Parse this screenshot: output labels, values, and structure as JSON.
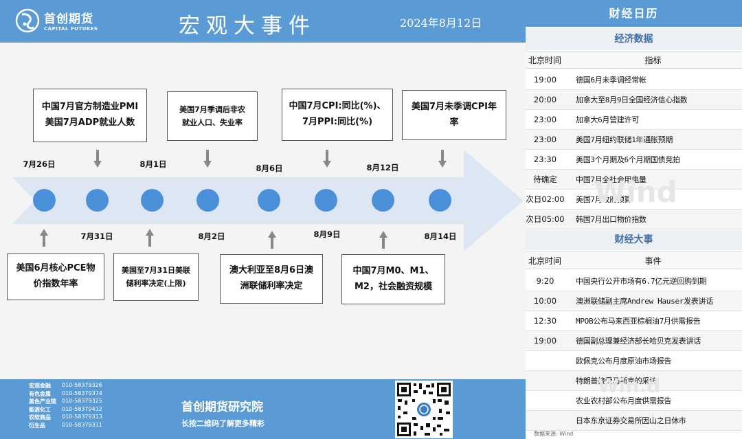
{
  "header": {
    "logo_cn": "首创期货",
    "logo_en": "CAPITAL FUTURES",
    "title": "宏观大事件",
    "date": "2024年8月12日"
  },
  "timeline": {
    "dates": [
      "7月26日",
      "7月31日",
      "8月1日",
      "8月2日",
      "8月6日",
      "8月9日",
      "8月12日",
      "8月14日"
    ],
    "events_top": [
      [
        "中国7月官方制造业PMI",
        "美国7月ADP就业人数"
      ],
      [
        "美国7月季调后非农",
        "就业人口、失业率"
      ],
      [
        "中国7月CPI:同比(%)、",
        "7月PPI:同比(%)"
      ],
      [
        "美国7月未季调CPI年",
        "率"
      ]
    ],
    "events_bottom": [
      [
        "美国6月核心PCE物",
        "价指数年率"
      ],
      [
        "美国至7月31日美联",
        "储利率决定(上限)"
      ],
      [
        "澳大利亚至8月6日澳",
        "洲联储利率决定"
      ],
      [
        "中国7月M0、M1、",
        "M2，社会融资规模"
      ]
    ]
  },
  "footer": {
    "contacts": [
      {
        "label": "宏观金融",
        "phone": "010-58379326"
      },
      {
        "label": "有色金属",
        "phone": "010-58379374"
      },
      {
        "label": "黑色产业链",
        "phone": "010-58379325"
      },
      {
        "label": "能源化工",
        "phone": "010-58379412"
      },
      {
        "label": "农软商品",
        "phone": "010-58379313"
      },
      {
        "label": "衍生品",
        "phone": "010-58379311"
      }
    ],
    "institute": "首创期货研究院",
    "tagline": "长按二维码了解更多精彩"
  },
  "calendar": {
    "title": "财经日历",
    "econ_title": "经济数据",
    "econ_headers": [
      "北京时间",
      "指标"
    ],
    "econ_rows": [
      {
        "time": "19:00",
        "desc": "德国6月未季调经常帐"
      },
      {
        "time": "20:00",
        "desc": "加拿大至8月9日全国经济信心指数"
      },
      {
        "time": "23:00",
        "desc": "加拿大6月营建许可"
      },
      {
        "time": "23:00",
        "desc": "美国7月纽约联储1年通胀预期"
      },
      {
        "time": "23:30",
        "desc": "美国3个月期及6个月期国债竞拍"
      },
      {
        "time": "待确定",
        "desc": "中国7月全社会用电量"
      },
      {
        "time": "次日02:00",
        "desc": "美国7月政府预算"
      },
      {
        "time": "次日05:00",
        "desc": "韩国7月出口物价指数"
      }
    ],
    "events_title": "财经大事",
    "events_headers": [
      "北京时间",
      "事件"
    ],
    "events_rows": [
      {
        "time": "9:20",
        "desc": "中国央行公开市场有6.7亿元逆回购到期"
      },
      {
        "time": "10:00",
        "desc": "澳洲联储副主席Andrew Hauser发表讲话"
      },
      {
        "time": "12:30",
        "desc": "MPOB公布马来西亚棕榈油7月供需报告"
      },
      {
        "time": "19:00",
        "desc": "德国副总理兼经济部长哈贝克发表讲话"
      },
      {
        "time": "",
        "desc": "欧佩克公布月度原油市场报告"
      },
      {
        "time": "",
        "desc": "特朗普接受马斯克的采访"
      },
      {
        "time": "",
        "desc": "农业农村部公布月度供需报告"
      },
      {
        "time": "",
        "desc": "日本东京证券交易所因山之日休市"
      }
    ],
    "source": "数据来源: Wind",
    "watermark": "Wind"
  },
  "colors": {
    "header_blue": "#5b9bd5",
    "node_blue": "#4a90d9",
    "arrow_band": "#dde7f3"
  }
}
